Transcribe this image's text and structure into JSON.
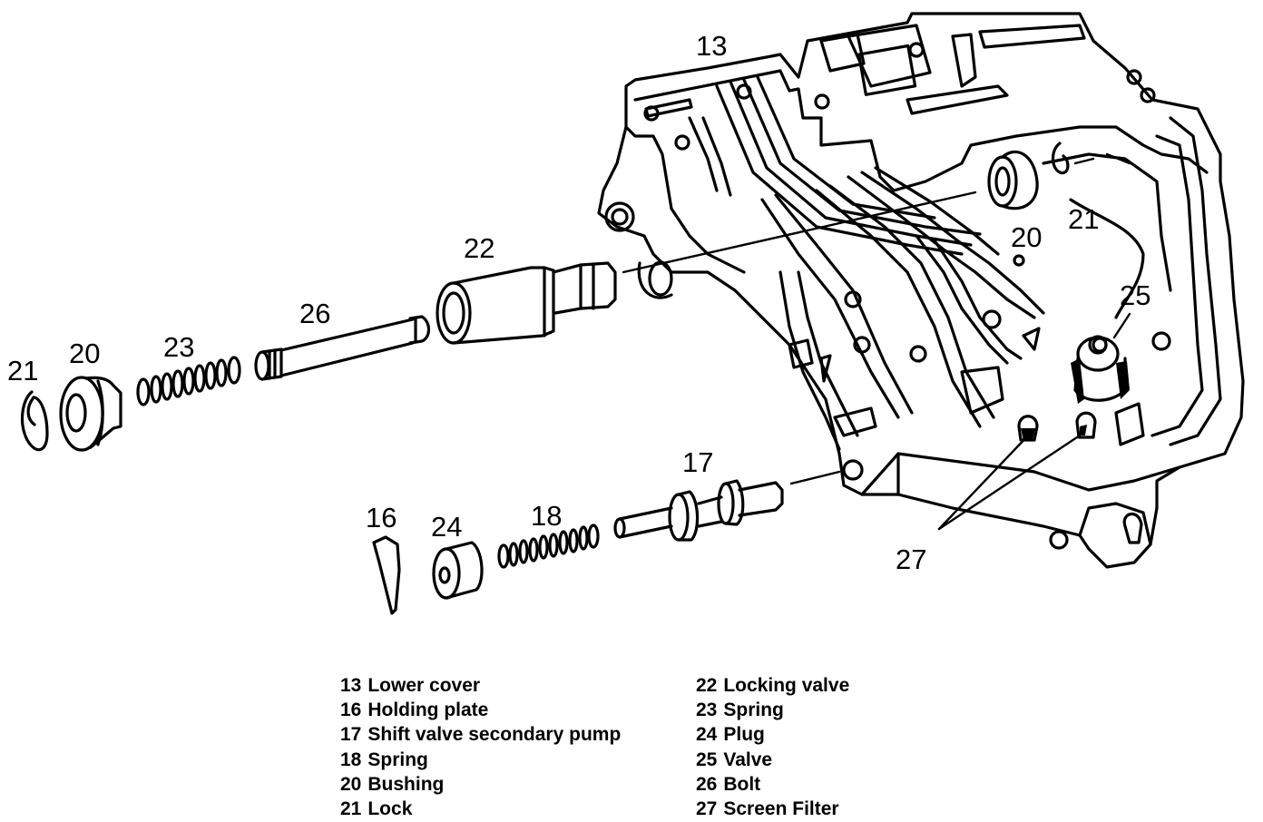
{
  "figure": {
    "type": "exploded-parts-diagram",
    "subject": "Transmission valve body lower cover assembly"
  },
  "callouts": {
    "c13": "13",
    "c16": "16",
    "c17": "17",
    "c18": "18",
    "c20_left": "20",
    "c20_body": "20",
    "c21_left": "21",
    "c21_body": "21",
    "c22": "22",
    "c23": "23",
    "c24": "24",
    "c25": "25",
    "c26": "26",
    "c27": "27"
  },
  "legend": {
    "left": [
      {
        "num": "13",
        "label": "Lower cover"
      },
      {
        "num": "16",
        "label": "Holding plate"
      },
      {
        "num": "17",
        "label": "Shift valve secondary pump"
      },
      {
        "num": "18",
        "label": "Spring"
      },
      {
        "num": "20",
        "label": "Bushing"
      },
      {
        "num": "21",
        "label": "Lock"
      }
    ],
    "right": [
      {
        "num": "22",
        "label": "Locking valve"
      },
      {
        "num": "23",
        "label": "Spring"
      },
      {
        "num": "24",
        "label": "Plug"
      },
      {
        "num": "25",
        "label": "Valve"
      },
      {
        "num": "26",
        "label": "Bolt"
      },
      {
        "num": "27",
        "label": "Screen Filter"
      }
    ]
  }
}
